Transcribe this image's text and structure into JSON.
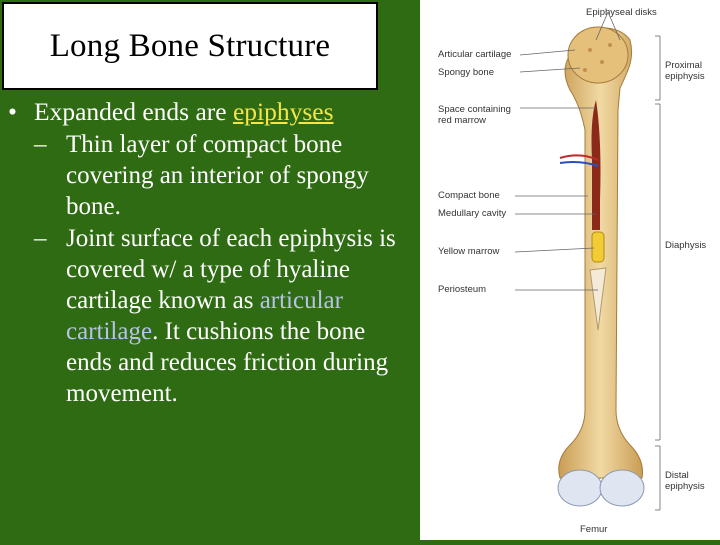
{
  "slide": {
    "title": "Long Bone Structure",
    "bullet_prefix": "Expanded ends are ",
    "bullet_term": "epiphyses",
    "sub1": "Thin layer of compact bone covering an interior of spongy bone.",
    "sub2_before": "Joint surface of each epiphysis is covered w/ a type of hyaline cartilage known as ",
    "sub2_term": "articular cartilage",
    "sub2_after": ".  It cushions the bone ends and reduces friction during movement.",
    "bullet_char": "•",
    "dash_char": "–"
  },
  "figure": {
    "labels": {
      "epiphyseal_disks": "Epiphyseal disks",
      "articular_cartilage": "Articular cartilage",
      "spongy_bone": "Spongy bone",
      "red_marrow_1": "Space containing",
      "red_marrow_2": "red marrow",
      "compact_bone": "Compact bone",
      "medullary_cavity": "Medullary cavity",
      "yellow_marrow": "Yellow marrow",
      "periosteum": "Periosteum",
      "proximal_1": "Proximal",
      "proximal_2": "epiphysis",
      "diaphysis": "Diaphysis",
      "distal_1": "Distal",
      "distal_2": "epiphysis",
      "femur": "Femur"
    }
  },
  "colors": {
    "background": "#2e6b13",
    "term_yellow": "#f3e54a",
    "term_blue": "#b7c3e6",
    "bone": "#e8c98a",
    "marrow": "#8b2a1a"
  }
}
